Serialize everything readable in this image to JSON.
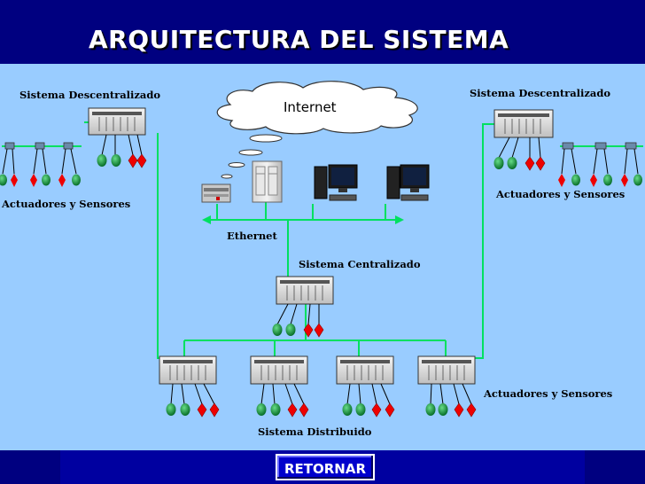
{
  "title": "ARQUITECTURA DEL SISTEMA",
  "labels": {
    "decentralized_left": "Sistema  Descentralizado",
    "decentralized_right": "Sistema  Descentralizado",
    "actuators_left": "Actuadores y Sensores",
    "actuators_right": "Actuadores y Sensores",
    "actuators_bottom": "Actuadores y Sensores",
    "internet": "Internet",
    "ethernet": "Ethernet",
    "centralized": "Sistema Centralizado",
    "distributed": "Sistema Distribuido"
  },
  "footer": {
    "return_button": "RETORNAR"
  },
  "colors": {
    "background": "#99CCFF",
    "header": "#000080",
    "network_line": "#00EE55",
    "sensor_green": "#009933",
    "actuator_red": "#EE0000"
  }
}
